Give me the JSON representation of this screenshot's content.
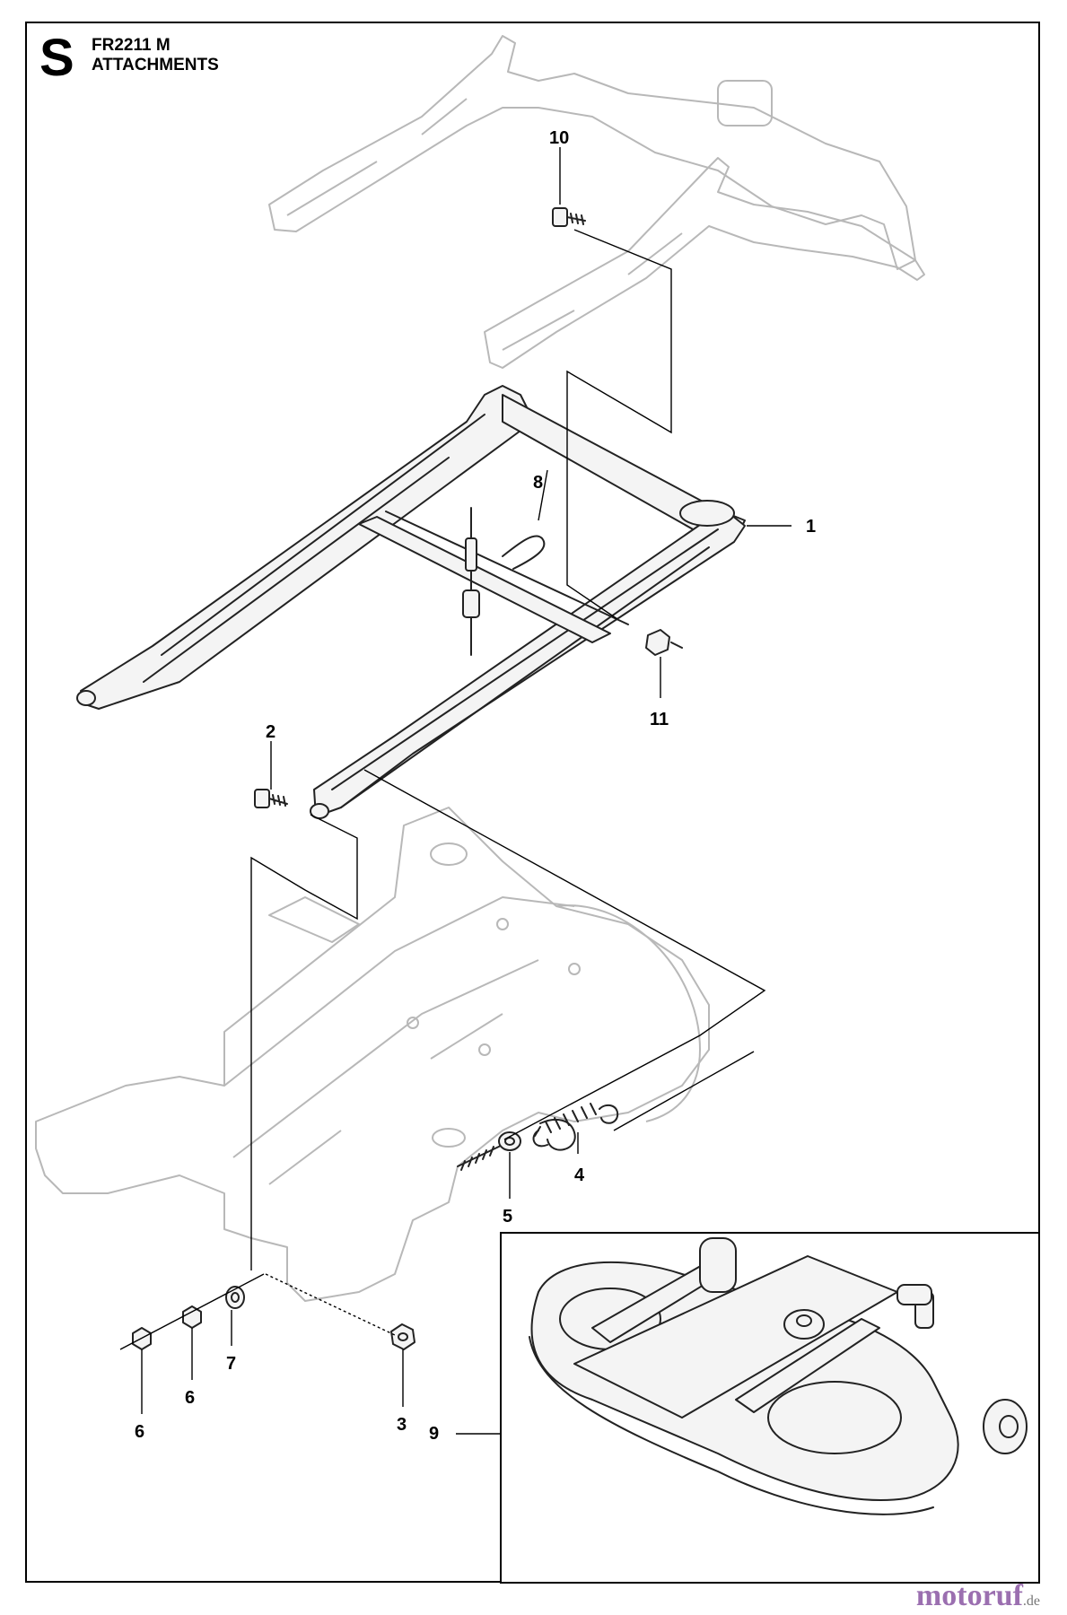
{
  "header": {
    "section_letter": "S",
    "model": "FR2211 M",
    "title": "ATTACHMENTS"
  },
  "callouts": [
    "1",
    "2",
    "3",
    "4",
    "5",
    "6",
    "6",
    "7",
    "8",
    "9",
    "10",
    "11"
  ],
  "watermark": {
    "main": "motoruf",
    "tld": ".de"
  },
  "colors": {
    "line": "#222222",
    "ghost": "#b8b8b8",
    "watermark": "#9b6fb0"
  }
}
